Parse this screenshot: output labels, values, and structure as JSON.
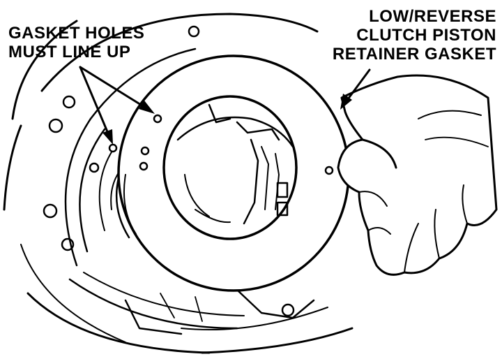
{
  "callouts": {
    "gasket_holes": {
      "line1": "GASKET HOLES",
      "line2": "MUST LINE UP"
    },
    "retainer_gasket": {
      "line1": "LOW/REVERSE",
      "line2": "CLUTCH PISTON",
      "line3": "RETAINER GASKET"
    }
  },
  "colors": {
    "ink": "#000000",
    "paper": "#ffffff"
  }
}
